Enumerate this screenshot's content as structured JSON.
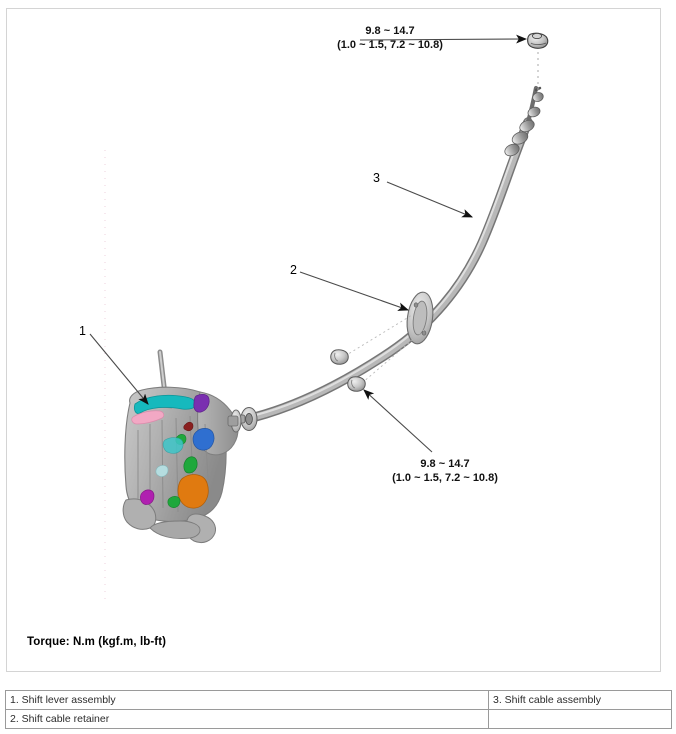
{
  "diagram": {
    "title_caption": "Torque: N.m (kgf.m, lb-ft)",
    "torque_specs": [
      {
        "id": "top",
        "primary": "9.8 ~ 14.7",
        "secondary": "(1.0 ~ 1.5, 7.2 ~ 10.8)"
      },
      {
        "id": "bottom",
        "primary": "9.8 ~ 14.7",
        "secondary": "(1.0 ~ 1.5, 7.2 ~ 10.8)"
      }
    ],
    "callouts": [
      {
        "number": "1",
        "target": "shift-lever-assembly"
      },
      {
        "number": "2",
        "target": "shift-cable-retainer"
      },
      {
        "number": "3",
        "target": "shift-cable-assembly"
      }
    ],
    "colors": {
      "frame_border": "#d4d4d4",
      "table_border": "#9a9a9a",
      "line": "#333333",
      "metal_light": "#d8d8d8",
      "metal_mid": "#a8a8a8",
      "metal_dark": "#6f6f6f",
      "highlight_cyan": "#16b9bd",
      "highlight_pink": "#f2a8c4",
      "highlight_purple": "#7a2fb0",
      "highlight_blue": "#2f6fd0",
      "highlight_green": "#1fa83c",
      "highlight_orange": "#e07a10",
      "highlight_magenta": "#b020b0",
      "highlight_red": "#8a2020"
    }
  },
  "parts_legend": {
    "rows": [
      {
        "left": "1. Shift lever assembly",
        "right": "3. Shift cable assembly"
      },
      {
        "left": "2. Shift cable retainer",
        "right": ""
      }
    ]
  }
}
